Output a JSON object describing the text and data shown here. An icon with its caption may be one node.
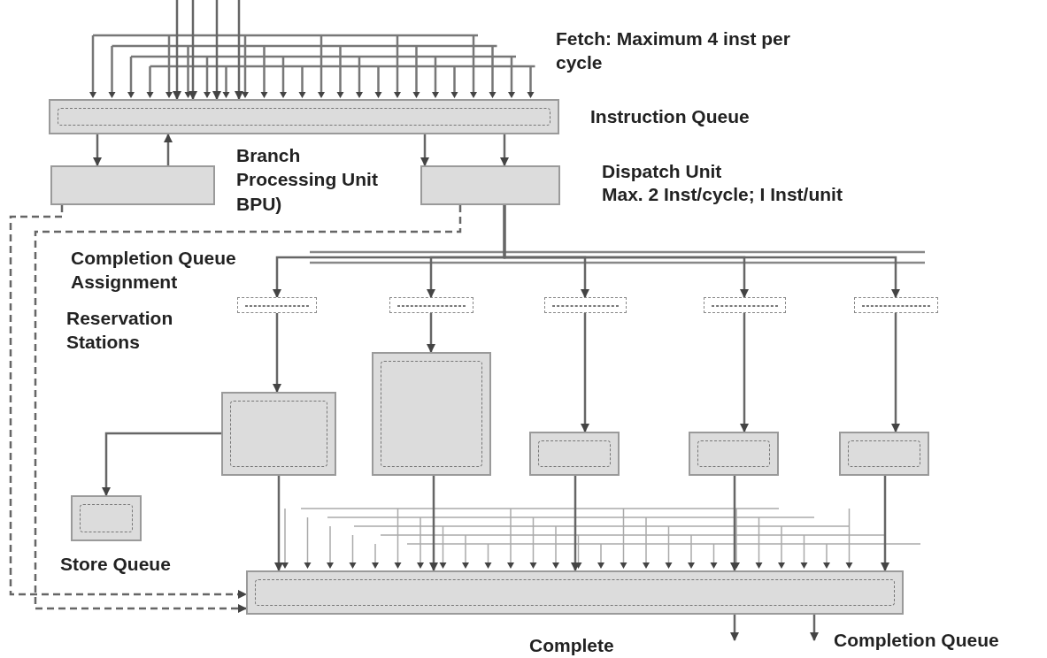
{
  "diagram": {
    "nodes": [
      {
        "text": [
          "Instruction Queue"
        ]
      },
      {
        "text": [
          "Branch Processing Unit BPU)"
        ]
      },
      {
        "text": [
          "Dispatch Unit",
          "Max. 2 Inst/cycle; I Inst/unit"
        ]
      },
      {
        "text": [],
        "shape": "box"
      },
      {
        "text": [],
        "shape": "box"
      },
      {
        "text": [],
        "shape": "box"
      },
      {
        "text": [],
        "shape": "box"
      },
      {
        "text": [],
        "shape": "box"
      },
      {
        "text": [],
        "shape": "box"
      },
      {
        "text": [],
        "shape": "box"
      },
      {
        "text": [],
        "shape": "box"
      },
      {
        "text": [],
        "shape": "box"
      },
      {
        "text": [],
        "shape": "box"
      },
      {
        "text": [
          "Store Queue"
        ]
      },
      {
        "text": [],
        "shape": "box"
      }
    ],
    "edges": [
      {
        "from": null,
        "to": 0,
        "arrow": "to"
      },
      {
        "from": null,
        "to": 0,
        "arrow": "to"
      },
      {
        "from": null,
        "to": 0,
        "arrow": "to"
      },
      {
        "from": null,
        "to": 0,
        "arrow": "to"
      },
      {
        "from": 0,
        "to": 1,
        "arrow": "to"
      },
      {
        "from": 1,
        "to": 0,
        "arrow": "to"
      },
      {
        "from": 0,
        "to": 2,
        "arrow": "to"
      },
      {
        "from": 0,
        "to": 2,
        "arrow": "to"
      },
      {
        "from": 2,
        "to": 3,
        "arrow": "to"
      },
      {
        "from": 2,
        "to": 4,
        "arrow": "to"
      },
      {
        "from": 2,
        "to": 5,
        "arrow": "to"
      },
      {
        "from": 2,
        "to": 6,
        "arrow": "to"
      },
      {
        "from": 2,
        "to": 7,
        "arrow": "to"
      },
      {
        "from": 3,
        "to": 8,
        "arrow": "to"
      },
      {
        "from": 4,
        "to": 9,
        "arrow": "to"
      },
      {
        "from": 5,
        "to": 10,
        "arrow": "to"
      },
      {
        "from": 6,
        "to": 11,
        "arrow": "to"
      },
      {
        "from": 7,
        "to": 12,
        "arrow": "to"
      },
      {
        "from": 8,
        "to": 13,
        "arrow": "to"
      },
      {
        "from": 8,
        "to": 14,
        "arrow": "to"
      },
      {
        "from": 9,
        "to": 14,
        "arrow": "to"
      },
      {
        "from": 10,
        "to": 14,
        "arrow": "to"
      },
      {
        "from": 11,
        "to": 14,
        "arrow": "to"
      },
      {
        "from": 12,
        "to": 14,
        "arrow": "to"
      },
      {
        "from": 1,
        "to": 14,
        "arrow": "to",
        "style": "dashed"
      },
      {
        "from": 2,
        "to": 14,
        "arrow": "to",
        "style": "dashed"
      },
      {
        "from": 14,
        "to": null,
        "arrow": "to"
      },
      {
        "from": 14,
        "to": null,
        "arrow": "to"
      }
    ],
    "labels": [
      "Fetch: Maximum  4 inst per cycle",
      "Completion Queue Assignment",
      "Reservation Stations",
      "Complete",
      "Completion Queue"
    ]
  }
}
